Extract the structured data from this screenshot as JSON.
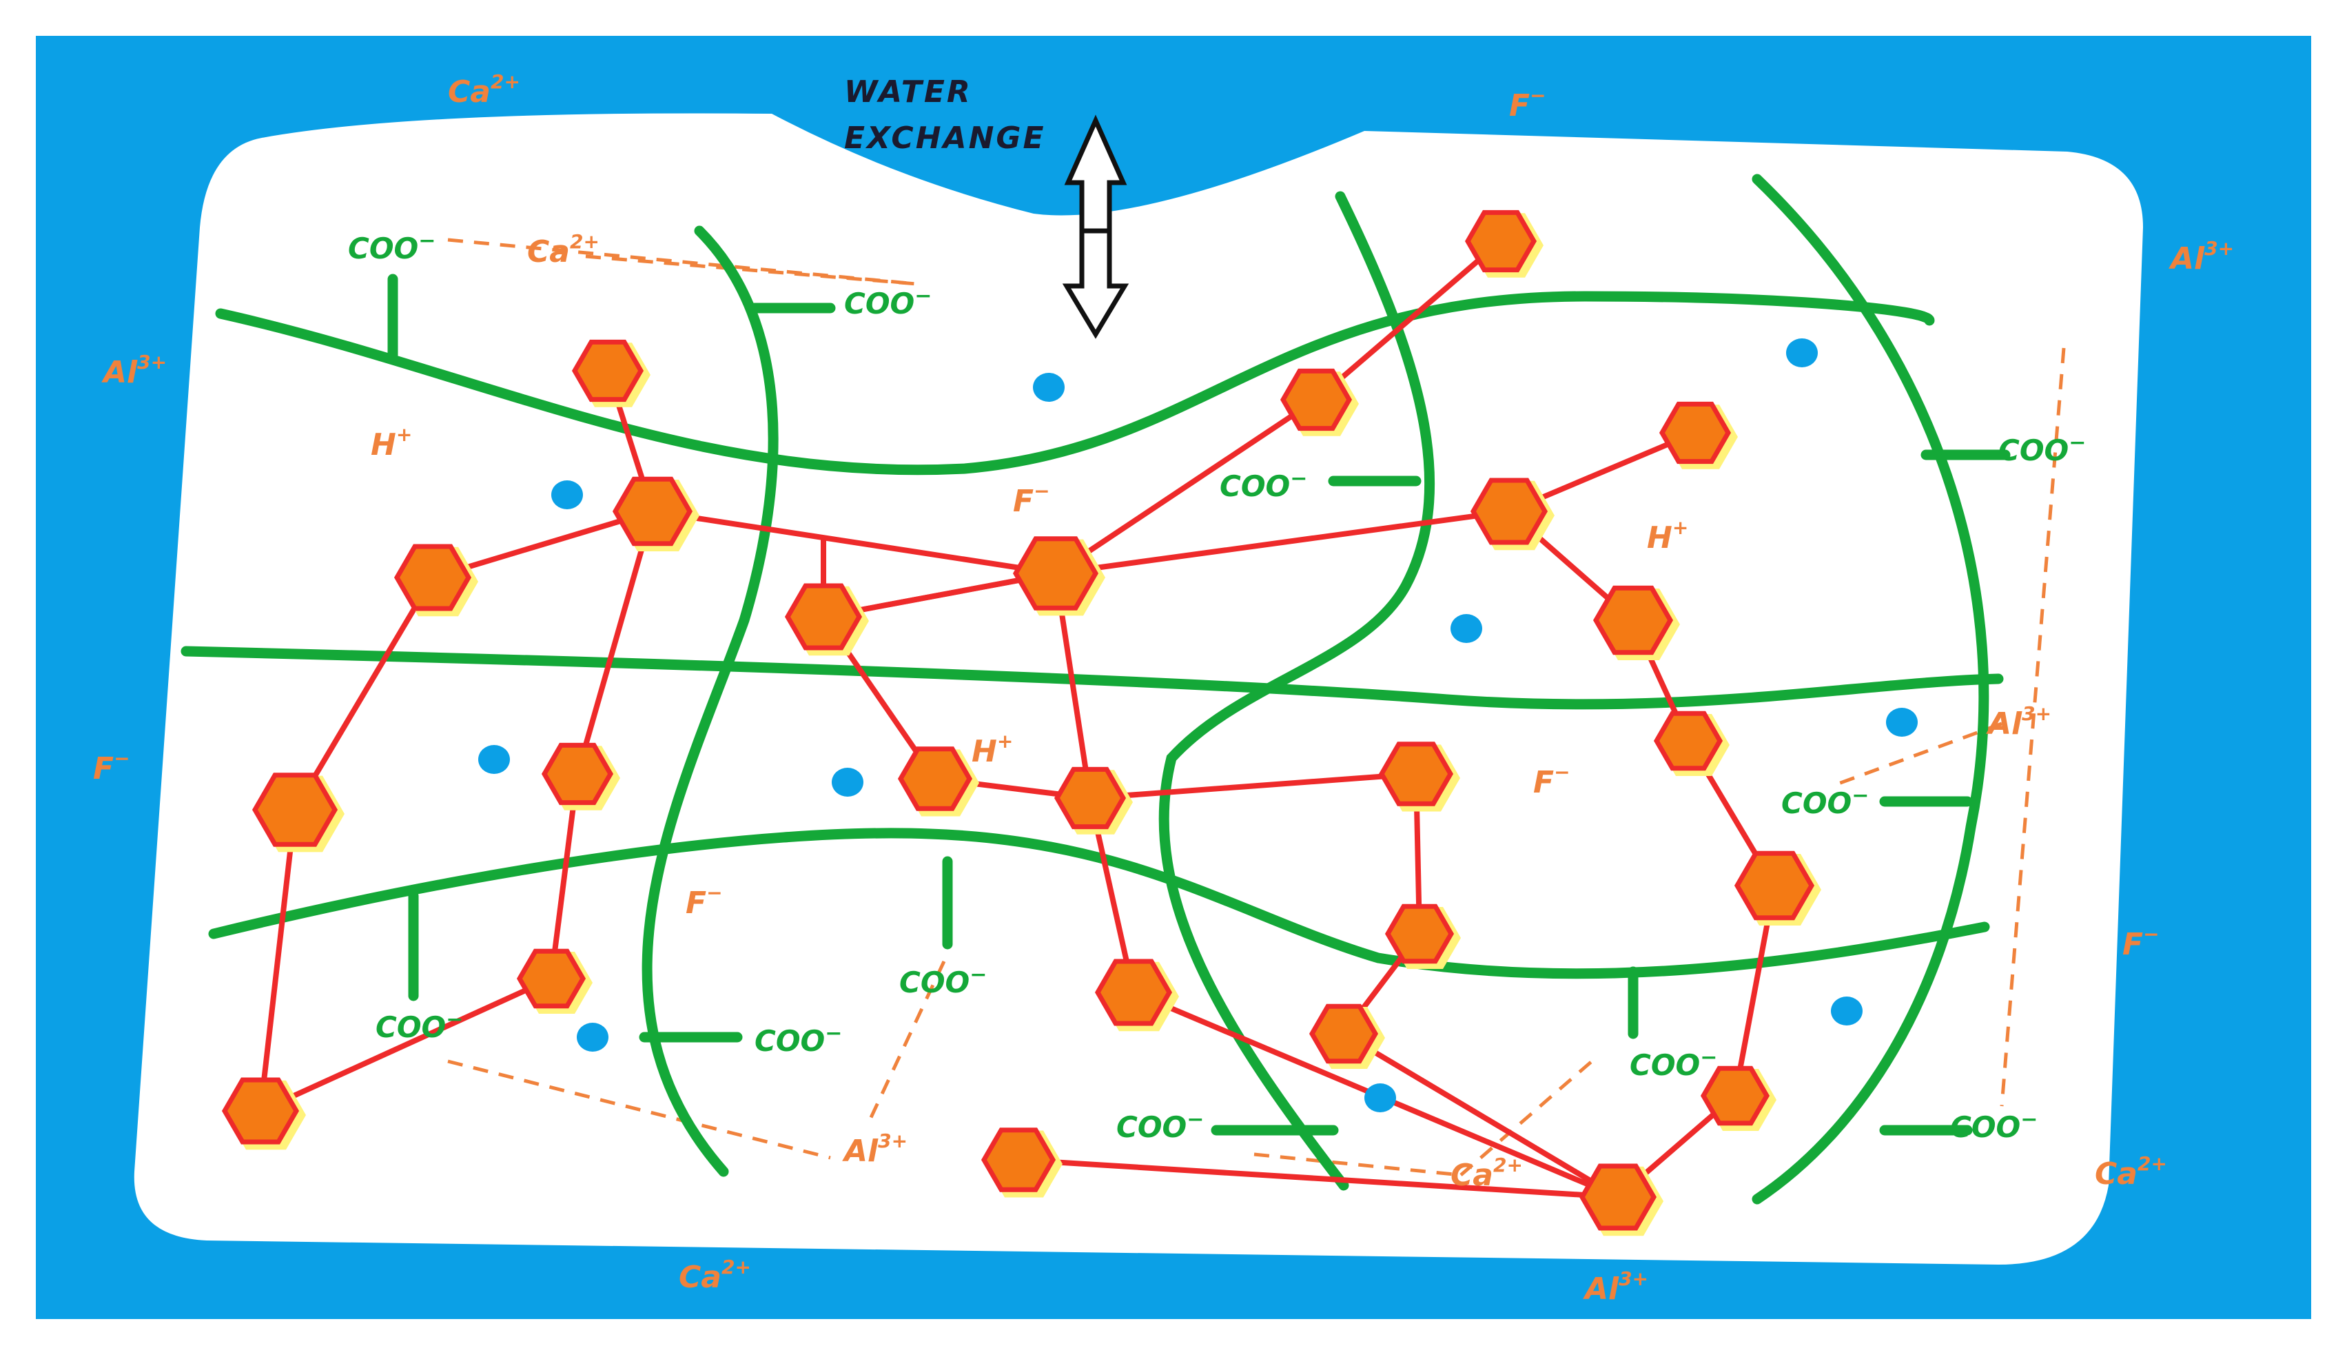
{
  "colors": {
    "water": "#0ba0e6",
    "gel": "#ffffff",
    "polymer": "#14a838",
    "crosslink": "#ee2a2a",
    "hex_fill": "#f47a14",
    "hex_glow": "#fff27a",
    "ion_text": "#f0823c",
    "coo_text": "#14a838",
    "water_dot": "#0ba0e6",
    "label_dark": "#1a1a2e"
  },
  "labels": {
    "water_exchange_line1": "WATER",
    "water_exchange_line2": "EXCHANGE",
    "carboxylate": "COO",
    "carboxylate_charge": "−",
    "calcium": "Ca",
    "calcium_charge": "2+",
    "aluminium": "Al",
    "aluminium_charge": "3+",
    "fluoride": "F",
    "fluoride_charge": "−",
    "proton": "H",
    "proton_charge": "+"
  },
  "icons": {
    "water_exchange_arrow": "double-headed-arrow-icon",
    "water_molecule": "dot-icon",
    "glass_particle": "hexagon-icon"
  }
}
